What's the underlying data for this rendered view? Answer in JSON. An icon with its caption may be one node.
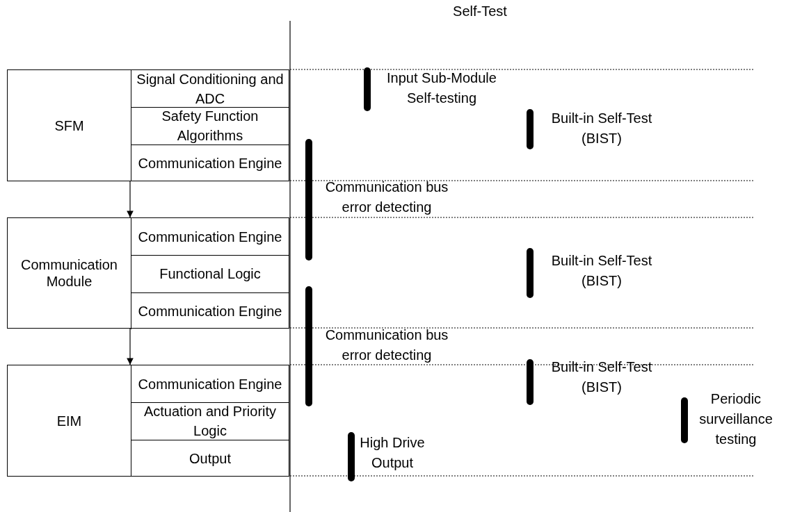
{
  "diagram": {
    "nodes": [
      {
        "text": [
          "SFM"
        ]
      },
      {
        "text": [
          "Signal Conditioning and ADC"
        ],
        "in": 0
      },
      {
        "text": [
          "Safety Function Algorithms"
        ],
        "in": 0
      },
      {
        "text": [
          "Communication Engine"
        ],
        "in": 0
      },
      {
        "text": [
          "Communication Module"
        ]
      },
      {
        "text": [
          "Communication Engine"
        ],
        "in": 4
      },
      {
        "text": [
          "Functional Logic"
        ],
        "in": 4
      },
      {
        "text": [
          "Communication Engine"
        ],
        "in": 4
      },
      {
        "text": [
          "EIM"
        ]
      },
      {
        "text": [
          "Communication Engine"
        ],
        "in": 8
      },
      {
        "text": [
          "Actuation and Priority Logic"
        ],
        "in": 8
      },
      {
        "text": [
          "Output"
        ],
        "in": 8
      }
    ],
    "edges": [
      {
        "from": 0,
        "to": 4,
        "arrow": "to"
      },
      {
        "from": 4,
        "to": 8,
        "arrow": "to"
      }
    ],
    "labels": [
      "Self-Test",
      "Input Sub-Module Self-testing",
      "Built-in Self-Test (BIST)",
      "Communication bus error detecting",
      "Built-in Self-Test (BIST)",
      "Communication bus error detecting",
      "Built-in Self-Test (BIST)",
      "Periodic surveillance testing",
      "High Drive Output"
    ]
  }
}
